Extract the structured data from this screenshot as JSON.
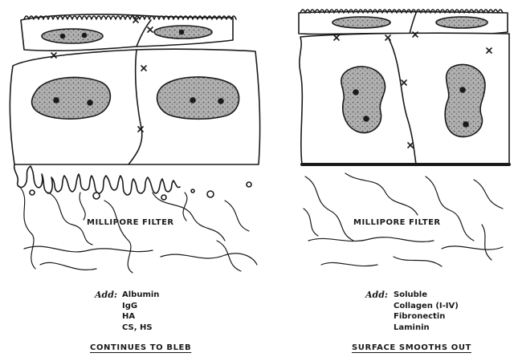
{
  "left_panel": {
    "filter_label": "MILLIPORE FILTER",
    "add_label": "Add:",
    "additives": [
      "Albumin",
      "IgG",
      "HA",
      "CS, HS"
    ],
    "caption": "CONTINUES TO BLEB"
  },
  "right_panel": {
    "filter_label": "MILLIPORE FILTER",
    "add_label": "Add:",
    "additives": [
      "Soluble",
      "Collagen (I-IV)",
      "Fibronectin",
      "Laminin"
    ],
    "caption": "SURFACE SMOOTHS OUT"
  },
  "colors": {
    "ink": "#1a1a1a",
    "nucleus_fill": "#9a9a9a",
    "background": "#ffffff"
  }
}
